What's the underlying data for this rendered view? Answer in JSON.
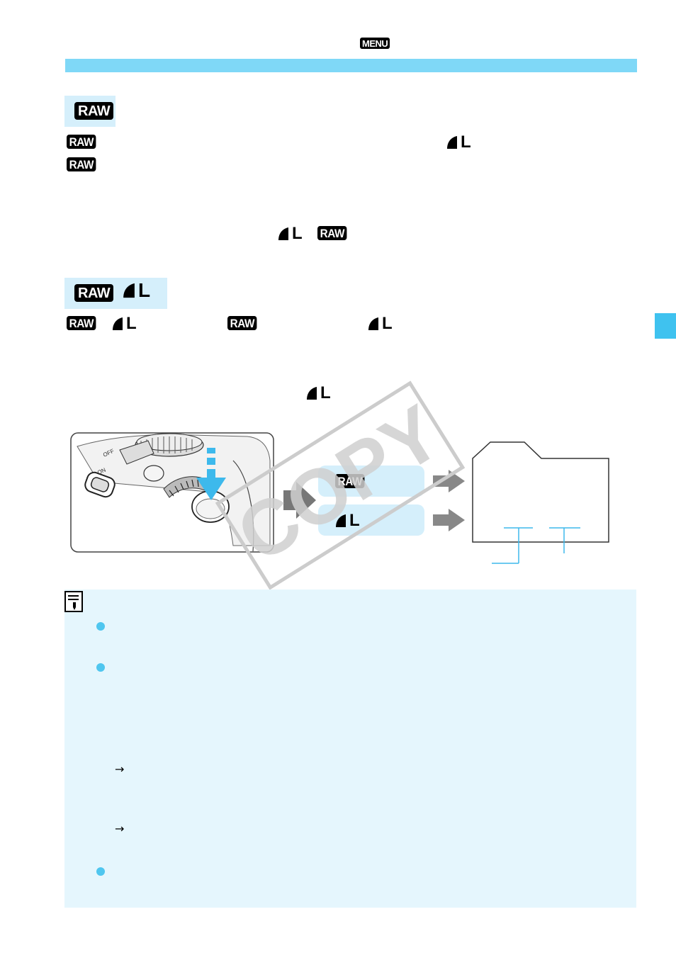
{
  "header": {
    "menu_icon": "MENU"
  },
  "raw_section": {
    "heading_icon": "RAW",
    "line1_icon_left": "RAW",
    "line1_icon_right_letter": "L",
    "line2_icon": "RAW",
    "line3_icon_left_letter": "L",
    "line3_icon_right": "RAW"
  },
  "rawl_section": {
    "heading_raw": "RAW",
    "heading_letter": "L",
    "line1_raw_a": "RAW",
    "line1_letter_a": "L",
    "line1_raw_b": "RAW",
    "line1_letter_b": "L",
    "line2_letter": "L"
  },
  "diagram": {
    "box1_raw": "RAW",
    "box2_letter": "L"
  },
  "watermark": {
    "text": "COPY"
  },
  "icons": [
    "menu-icon",
    "raw-icon",
    "quality-fine-icon",
    "note-icon",
    "shutter-press-arrow-icon",
    "folder-icon"
  ],
  "colors": {
    "band": "#7fd8f7",
    "heading_box": "#d5effb",
    "note_panel": "#e5f6fd",
    "bullet": "#4fc6ef",
    "tab": "#3fc2ef"
  }
}
